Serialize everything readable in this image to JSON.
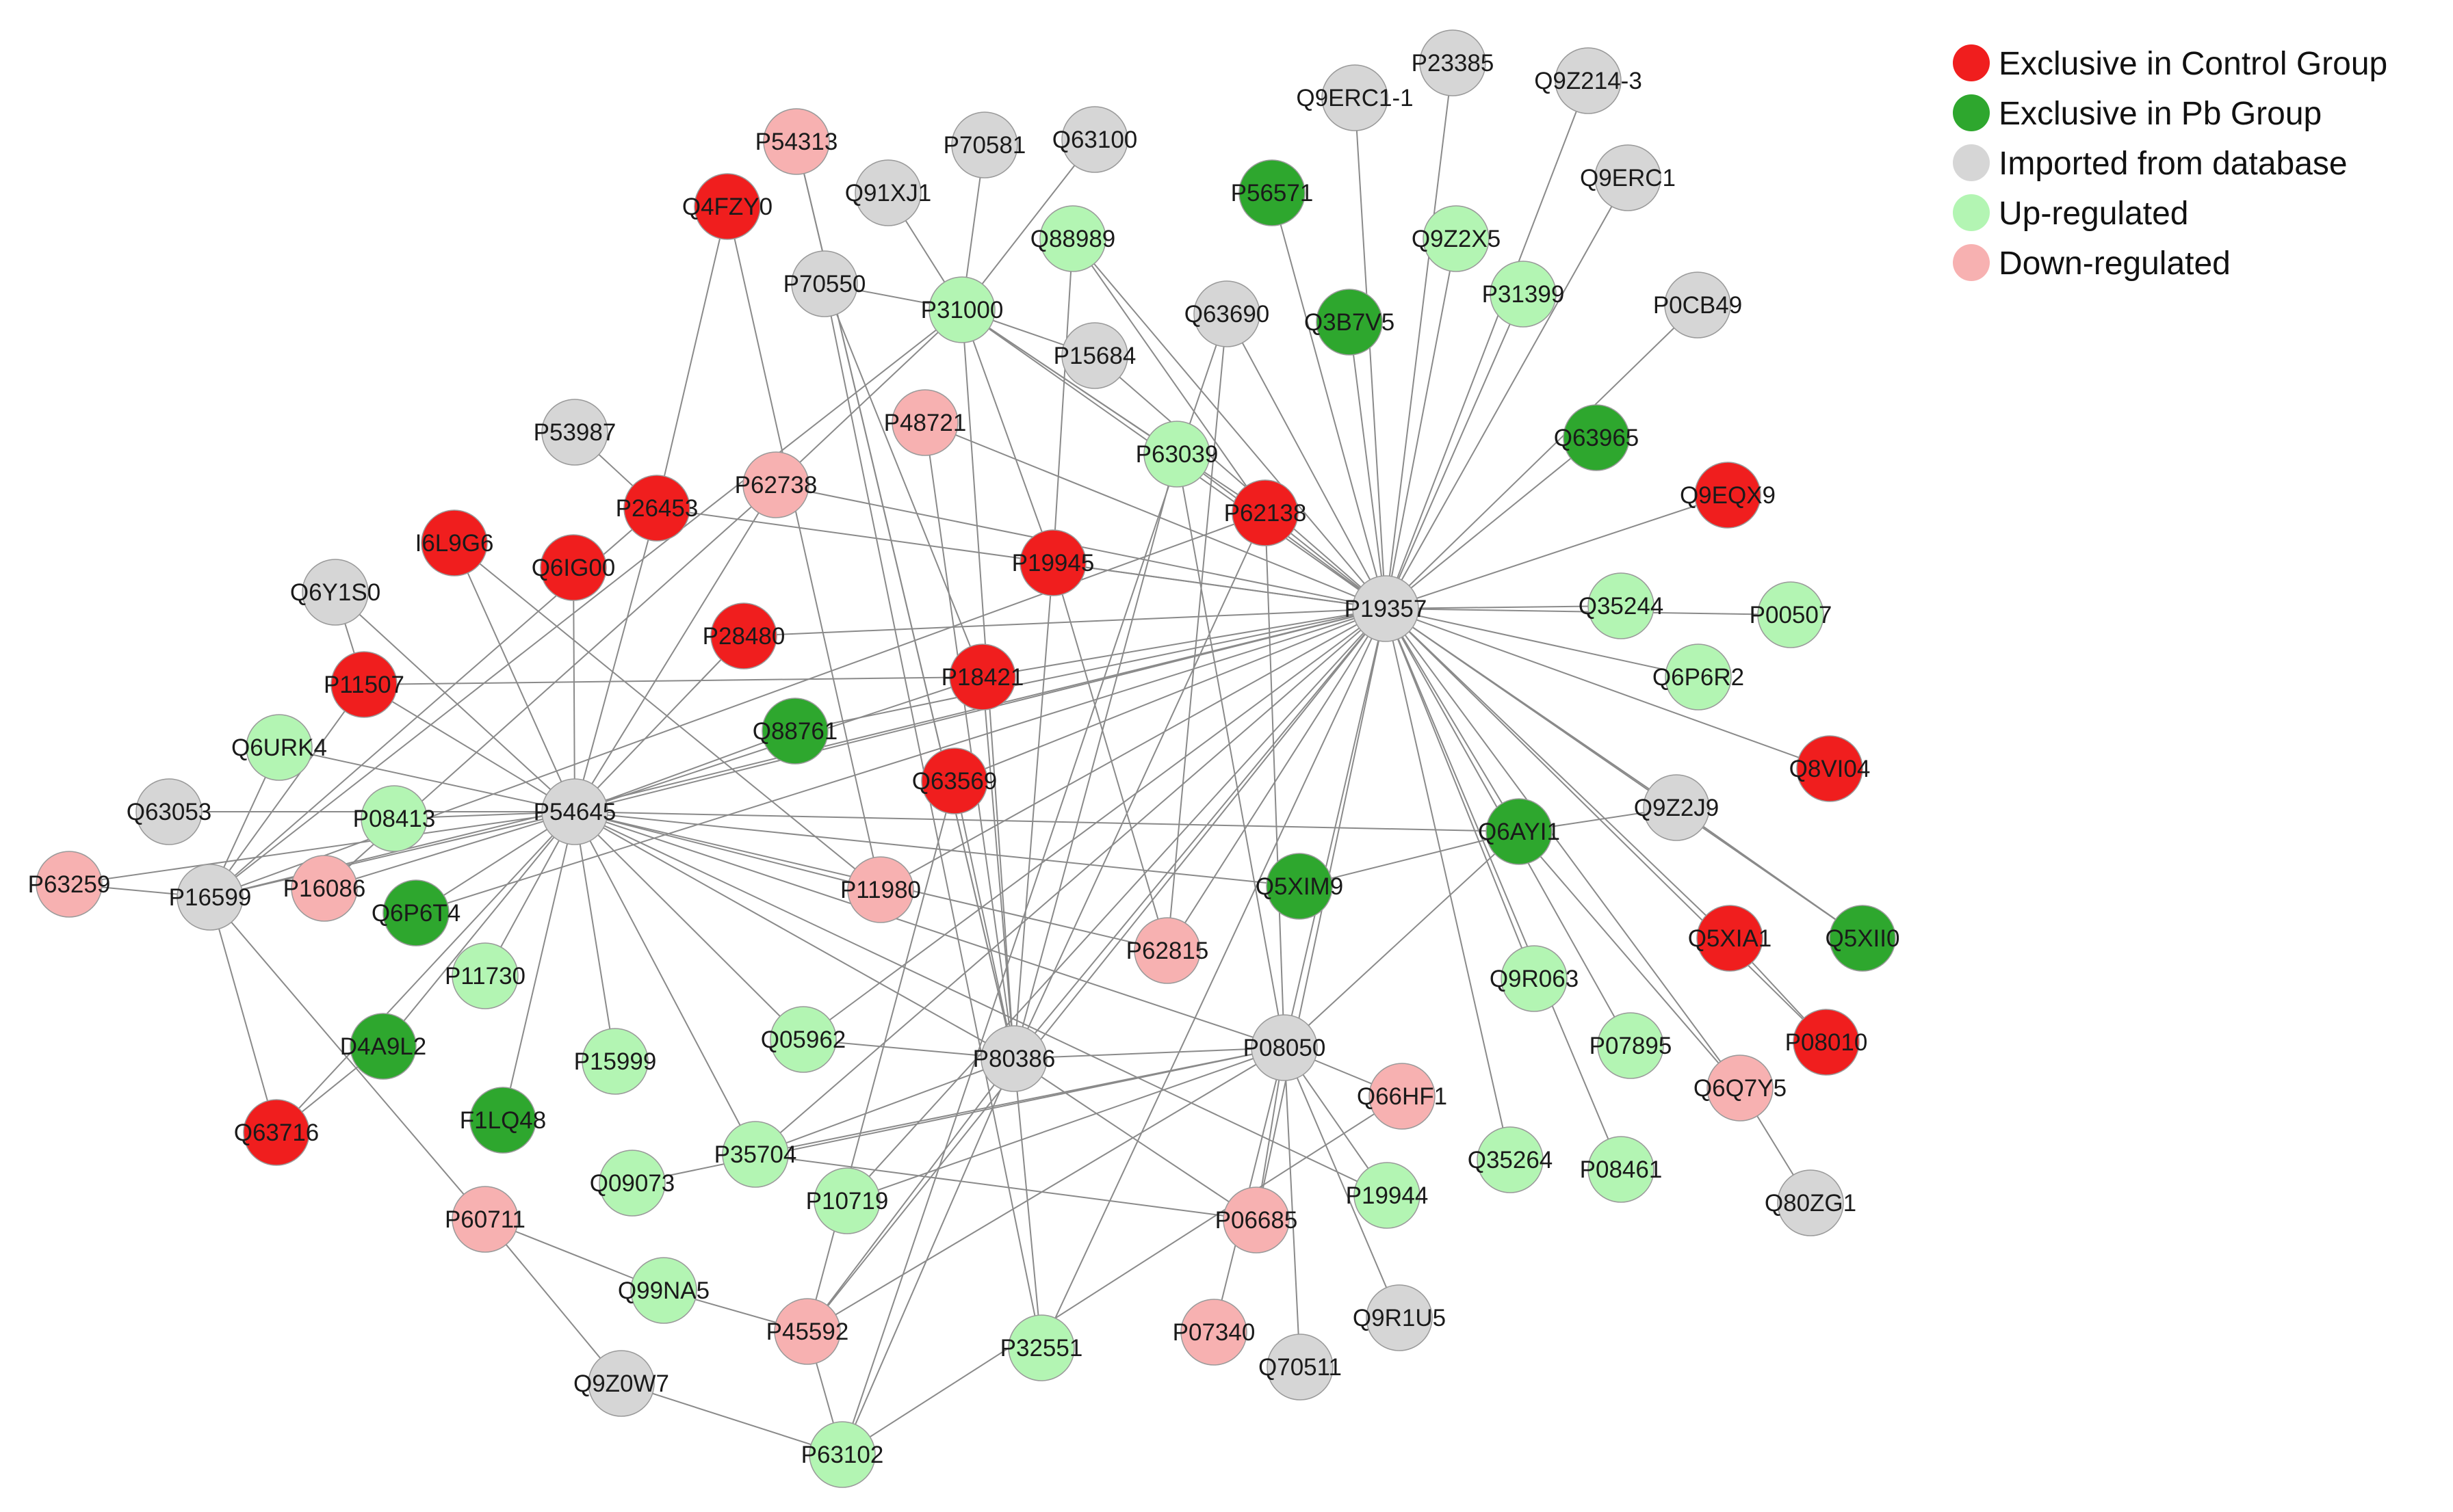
{
  "legend": [
    {
      "category": "control",
      "label": "Exclusive in Control Group",
      "color": "#f01e1e"
    },
    {
      "category": "pb",
      "label": "Exclusive in Pb Group",
      "color": "#2ea72e"
    },
    {
      "category": "db",
      "label": "Imported from database",
      "color": "#d6d6d6"
    },
    {
      "category": "up",
      "label": "Up-regulated",
      "color": "#b3f5b3"
    },
    {
      "category": "down",
      "label": "Down-regulated",
      "color": "#f7b1b1"
    }
  ],
  "nodes": [
    {
      "id": "P23385",
      "category": "db"
    },
    {
      "id": "Q9ERC1-1",
      "category": "db"
    },
    {
      "id": "Q9Z214-3",
      "category": "db"
    },
    {
      "id": "P54313",
      "category": "down"
    },
    {
      "id": "P70581",
      "category": "db"
    },
    {
      "id": "Q63100",
      "category": "db"
    },
    {
      "id": "Q91XJ1",
      "category": "db"
    },
    {
      "id": "Q4FZY0",
      "category": "control"
    },
    {
      "id": "P56571",
      "category": "pb"
    },
    {
      "id": "Q88989",
      "category": "up"
    },
    {
      "id": "Q9Z2X5",
      "category": "up"
    },
    {
      "id": "Q9ERC1",
      "category": "db"
    },
    {
      "id": "P70550",
      "category": "db"
    },
    {
      "id": "P31000",
      "category": "up"
    },
    {
      "id": "P15684",
      "category": "db"
    },
    {
      "id": "Q63690",
      "category": "db"
    },
    {
      "id": "Q3B7V5",
      "category": "pb"
    },
    {
      "id": "P31399",
      "category": "up"
    },
    {
      "id": "P0CB49",
      "category": "db"
    },
    {
      "id": "P48721",
      "category": "down"
    },
    {
      "id": "P53987",
      "category": "db"
    },
    {
      "id": "P63039",
      "category": "up"
    },
    {
      "id": "Q63965",
      "category": "pb"
    },
    {
      "id": "P26453",
      "category": "control"
    },
    {
      "id": "P62738",
      "category": "down"
    },
    {
      "id": "P62138",
      "category": "control"
    },
    {
      "id": "Q9EQX9",
      "category": "control"
    },
    {
      "id": "I6L9G6",
      "category": "control"
    },
    {
      "id": "Q6IG00",
      "category": "control"
    },
    {
      "id": "P19945",
      "category": "control"
    },
    {
      "id": "Q6Y1S0",
      "category": "db"
    },
    {
      "id": "P19357",
      "category": "db"
    },
    {
      "id": "Q35244",
      "category": "up"
    },
    {
      "id": "P00507",
      "category": "up"
    },
    {
      "id": "P28480",
      "category": "control"
    },
    {
      "id": "P11507",
      "category": "control"
    },
    {
      "id": "P18421",
      "category": "control"
    },
    {
      "id": "Q6P6R2",
      "category": "up"
    },
    {
      "id": "Q88761",
      "category": "pb"
    },
    {
      "id": "Q6URK4",
      "category": "up"
    },
    {
      "id": "Q8VI04",
      "category": "control"
    },
    {
      "id": "Q63569",
      "category": "control"
    },
    {
      "id": "Q63053",
      "category": "db"
    },
    {
      "id": "P08413",
      "category": "up"
    },
    {
      "id": "P54645",
      "category": "db"
    },
    {
      "id": "Q9Z2J9",
      "category": "db"
    },
    {
      "id": "Q6AYI1",
      "category": "pb"
    },
    {
      "id": "P63259",
      "category": "down"
    },
    {
      "id": "P16599",
      "category": "db"
    },
    {
      "id": "P16086",
      "category": "down"
    },
    {
      "id": "Q6P6T4",
      "category": "pb"
    },
    {
      "id": "P11980",
      "category": "down"
    },
    {
      "id": "Q5XIM9",
      "category": "pb"
    },
    {
      "id": "Q5XIA1",
      "category": "control"
    },
    {
      "id": "Q5XII0",
      "category": "pb"
    },
    {
      "id": "P62815",
      "category": "down"
    },
    {
      "id": "P11730",
      "category": "up"
    },
    {
      "id": "Q9R063",
      "category": "up"
    },
    {
      "id": "D4A9L2",
      "category": "pb"
    },
    {
      "id": "Q05962",
      "category": "up"
    },
    {
      "id": "P80386",
      "category": "db"
    },
    {
      "id": "P08050",
      "category": "db"
    },
    {
      "id": "P07895",
      "category": "up"
    },
    {
      "id": "P08010",
      "category": "control"
    },
    {
      "id": "P15999",
      "category": "up"
    },
    {
      "id": "Q66HF1",
      "category": "down"
    },
    {
      "id": "Q6Q7Y5",
      "category": "down"
    },
    {
      "id": "F1LQ48",
      "category": "pb"
    },
    {
      "id": "Q63716",
      "category": "control"
    },
    {
      "id": "P35704",
      "category": "up"
    },
    {
      "id": "Q09073",
      "category": "up"
    },
    {
      "id": "P10719",
      "category": "up"
    },
    {
      "id": "P19944",
      "category": "up"
    },
    {
      "id": "Q35264",
      "category": "up"
    },
    {
      "id": "P08461",
      "category": "up"
    },
    {
      "id": "Q80ZG1",
      "category": "db"
    },
    {
      "id": "P60711",
      "category": "down"
    },
    {
      "id": "P06685",
      "category": "down"
    },
    {
      "id": "Q99NA5",
      "category": "up"
    },
    {
      "id": "P45592",
      "category": "down"
    },
    {
      "id": "P07340",
      "category": "down"
    },
    {
      "id": "Q9R1U5",
      "category": "db"
    },
    {
      "id": "P32551",
      "category": "up"
    },
    {
      "id": "Q70511",
      "category": "db"
    },
    {
      "id": "Q9Z0W7",
      "category": "db"
    },
    {
      "id": "P63102",
      "category": "up"
    }
  ],
  "edges": [
    [
      "P19357",
      "Q9ERC1-1"
    ],
    [
      "P19357",
      "P23385"
    ],
    [
      "P19357",
      "Q9Z214-3"
    ],
    [
      "P19357",
      "Q9ERC1"
    ],
    [
      "P19357",
      "P0CB49"
    ],
    [
      "P19357",
      "Q9Z2X5"
    ],
    [
      "P19357",
      "P31399"
    ],
    [
      "P19357",
      "P56571"
    ],
    [
      "P19357",
      "Q3B7V5"
    ],
    [
      "P19357",
      "Q63690"
    ],
    [
      "P19357",
      "Q63965"
    ],
    [
      "P19357",
      "Q9EQX9"
    ],
    [
      "P19357",
      "Q35244"
    ],
    [
      "P19357",
      "P00507"
    ],
    [
      "P19357",
      "Q6P6R2"
    ],
    [
      "P19357",
      "Q8VI04"
    ],
    [
      "P19357",
      "Q9Z2J9"
    ],
    [
      "P19357",
      "Q5XII0"
    ],
    [
      "P19357",
      "Q5XIA1"
    ],
    [
      "P19357",
      "Q6AYI1"
    ],
    [
      "P19357",
      "P62138"
    ],
    [
      "P19357",
      "P63039"
    ],
    [
      "P19357",
      "P31000"
    ],
    [
      "P19357",
      "Q88989"
    ],
    [
      "P19357",
      "P15684"
    ],
    [
      "P19357",
      "P48721"
    ],
    [
      "P19357",
      "P62738"
    ],
    [
      "P19357",
      "P26453"
    ],
    [
      "P19357",
      "P19945"
    ],
    [
      "P19357",
      "P28480"
    ],
    [
      "P19357",
      "P18421"
    ],
    [
      "P19357",
      "Q88761"
    ],
    [
      "P19357",
      "P54645"
    ],
    [
      "P19357",
      "Q63569"
    ],
    [
      "P19357",
      "P11980"
    ],
    [
      "P19357",
      "P62815"
    ],
    [
      "P19357",
      "P80386"
    ],
    [
      "P19357",
      "P08050"
    ],
    [
      "P19357",
      "Q05962"
    ],
    [
      "P19357",
      "P35704"
    ],
    [
      "P19357",
      "Q9R063"
    ],
    [
      "P19357",
      "P07895"
    ],
    [
      "P19357",
      "Q35264"
    ],
    [
      "P19357",
      "P08461"
    ],
    [
      "P19357",
      "Q6Q7Y5"
    ],
    [
      "P19357",
      "P06685"
    ],
    [
      "P19357",
      "P45592"
    ],
    [
      "P19357",
      "P32551"
    ],
    [
      "P19357",
      "P10719"
    ],
    [
      "P19357",
      "P16599"
    ],
    [
      "P19357",
      "Q6P6T4"
    ],
    [
      "P19357",
      "P08010"
    ],
    [
      "P54645",
      "I6L9G6"
    ],
    [
      "P54645",
      "Q6IG00"
    ],
    [
      "P54645",
      "P11507"
    ],
    [
      "P54645",
      "Q6Y1S0"
    ],
    [
      "P54645",
      "P26453"
    ],
    [
      "P54645",
      "P62738"
    ],
    [
      "P54645",
      "P28480"
    ],
    [
      "P54645",
      "P18421"
    ],
    [
      "P54645",
      "Q88761"
    ],
    [
      "P54645",
      "Q6URK4"
    ],
    [
      "P54645",
      "P08413"
    ],
    [
      "P54645",
      "Q63053"
    ],
    [
      "P54645",
      "P16599"
    ],
    [
      "P54645",
      "P16086"
    ],
    [
      "P54645",
      "Q6P6T4"
    ],
    [
      "P54645",
      "P11730"
    ],
    [
      "P54645",
      "D4A9L2"
    ],
    [
      "P54645",
      "P15999"
    ],
    [
      "P54645",
      "Q05962"
    ],
    [
      "P54645",
      "F1LQ48"
    ],
    [
      "P54645",
      "P80386"
    ],
    [
      "P54645",
      "P08050"
    ],
    [
      "P54645",
      "Q5XIM9"
    ],
    [
      "P54645",
      "Q6AYI1"
    ],
    [
      "P54645",
      "P11980"
    ],
    [
      "P54645",
      "P35704"
    ],
    [
      "P54645",
      "P19944"
    ],
    [
      "P54645",
      "Q63716"
    ],
    [
      "P54645",
      "P63259"
    ],
    [
      "P54645",
      "P62815"
    ],
    [
      "P80386",
      "P31000"
    ],
    [
      "P80386",
      "P54313"
    ],
    [
      "P80386",
      "P48721"
    ],
    [
      "P80386",
      "P19945"
    ],
    [
      "P80386",
      "P18421"
    ],
    [
      "P80386",
      "P63039"
    ],
    [
      "P80386",
      "P62138"
    ],
    [
      "P80386",
      "P08050"
    ],
    [
      "P80386",
      "Q05962"
    ],
    [
      "P80386",
      "P32551"
    ],
    [
      "P80386",
      "P06685"
    ],
    [
      "P80386",
      "P63102"
    ],
    [
      "P80386",
      "P35704"
    ],
    [
      "P80386",
      "Q63569"
    ],
    [
      "P80386",
      "P45592"
    ],
    [
      "P08050",
      "P63039"
    ],
    [
      "P08050",
      "P62138"
    ],
    [
      "P08050",
      "Q6AYI1"
    ],
    [
      "P08050",
      "P35704"
    ],
    [
      "P08050",
      "Q09073"
    ],
    [
      "P08050",
      "Q66HF1"
    ],
    [
      "P08050",
      "P06685"
    ],
    [
      "P08050",
      "P07340"
    ],
    [
      "P08050",
      "Q9R1U5"
    ],
    [
      "P08050",
      "Q70511"
    ],
    [
      "P08050",
      "P45592"
    ],
    [
      "P08050",
      "P19944"
    ],
    [
      "P08050",
      "P10719"
    ],
    [
      "P31000",
      "P70550"
    ],
    [
      "P31000",
      "Q91XJ1"
    ],
    [
      "P31000",
      "Q63100"
    ],
    [
      "P31000",
      "P70581"
    ],
    [
      "P31000",
      "P15684"
    ],
    [
      "P31000",
      "P62738"
    ],
    [
      "P31000",
      "P16599"
    ],
    [
      "P31000",
      "P19945"
    ],
    [
      "P31000",
      "P62138"
    ],
    [
      "P31000",
      "P63039"
    ],
    [
      "Q88989",
      "P19945"
    ],
    [
      "Q88989",
      "P62138"
    ],
    [
      "P70550",
      "P18421"
    ],
    [
      "P70550",
      "P32551"
    ],
    [
      "Q4FZY0",
      "P26453"
    ],
    [
      "Q4FZY0",
      "P11980"
    ],
    [
      "P54313",
      "P80386"
    ],
    [
      "Q63690",
      "P63102"
    ],
    [
      "Q63690",
      "P62815"
    ],
    [
      "P53987",
      "P26453"
    ],
    [
      "P26453",
      "P16599"
    ],
    [
      "P62738",
      "P16086"
    ],
    [
      "P11507",
      "Q6Y1S0"
    ],
    [
      "P11507",
      "P16599"
    ],
    [
      "P11507",
      "P18421"
    ],
    [
      "I6L9G6",
      "P11980"
    ],
    [
      "Q6URK4",
      "P16599"
    ],
    [
      "P16599",
      "Q63716"
    ],
    [
      "P16599",
      "P63259"
    ],
    [
      "P16599",
      "P60711"
    ],
    [
      "P16599",
      "P62138"
    ],
    [
      "Q63569",
      "P45592"
    ],
    [
      "Q5XIA1",
      "P08010"
    ],
    [
      "Q9Z2J9",
      "Q5XII0"
    ],
    [
      "Q9Z2J9",
      "Q6AYI1"
    ],
    [
      "Q6AYI1",
      "Q5XIM9"
    ],
    [
      "Q6AYI1",
      "Q6Q7Y5"
    ],
    [
      "Q6Q7Y5",
      "Q80ZG1"
    ],
    [
      "P60711",
      "Q99NA5"
    ],
    [
      "P60711",
      "Q9Z0W7"
    ],
    [
      "Q99NA5",
      "P45592"
    ],
    [
      "P45592",
      "P63102"
    ],
    [
      "Q9Z0W7",
      "P63102"
    ],
    [
      "P63102",
      "Q66HF1"
    ],
    [
      "P35704",
      "P06685"
    ],
    [
      "Q63716",
      "D4A9L2"
    ],
    [
      "P19945",
      "P62815"
    ]
  ]
}
